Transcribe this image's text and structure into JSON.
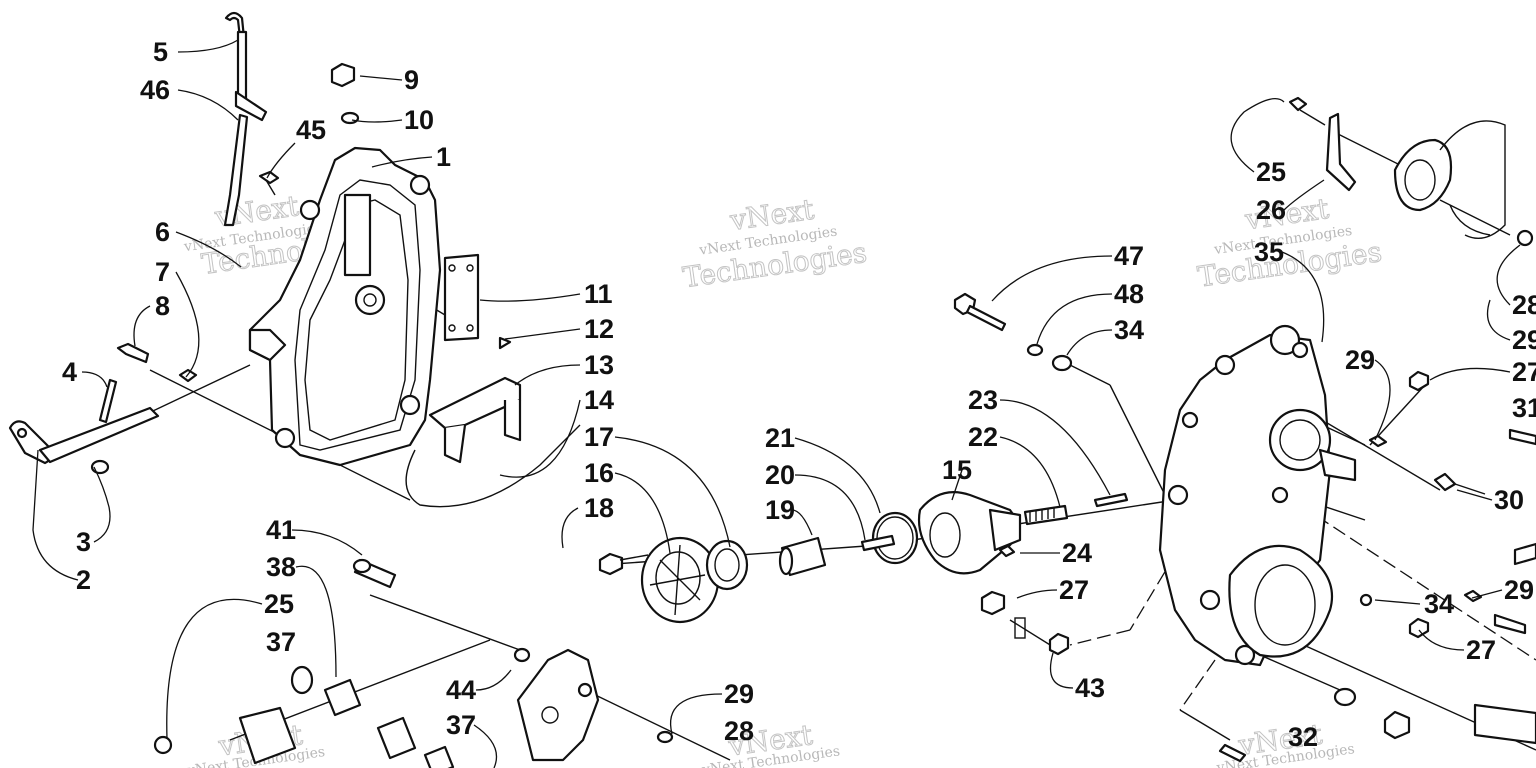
{
  "watermark": {
    "line1": "vNext Technologies",
    "line2": "Technologies",
    "line3": "vNext"
  },
  "labels": {
    "p5": "5",
    "p46": "46",
    "p9": "9",
    "p10": "10",
    "p1": "1",
    "p45": "45",
    "p6": "6",
    "p7": "7",
    "p8": "8",
    "p4": "4",
    "p3": "3",
    "p2": "2",
    "p11": "11",
    "p12": "12",
    "p13": "13",
    "p14": "14",
    "p17": "17",
    "p16": "16",
    "p18": "18",
    "p21": "21",
    "p20": "20",
    "p19": "19",
    "p23": "23",
    "p22": "22",
    "p15": "15",
    "p24": "24",
    "p47": "47",
    "p48": "48",
    "p34a": "34",
    "p27a": "27",
    "p43": "43",
    "p41": "41",
    "p38": "38",
    "p25a": "25",
    "p37a": "37",
    "p37b": "37",
    "p44": "44",
    "p29a": "29",
    "p28a": "28",
    "p25b": "25",
    "p26": "26",
    "p35": "35",
    "p28b": "28",
    "p29b": "29",
    "p29c": "29",
    "p27b": "27",
    "p31": "31",
    "p30": "30",
    "p34b": "34",
    "p29d": "29",
    "p27c": "27",
    "p32": "32"
  }
}
